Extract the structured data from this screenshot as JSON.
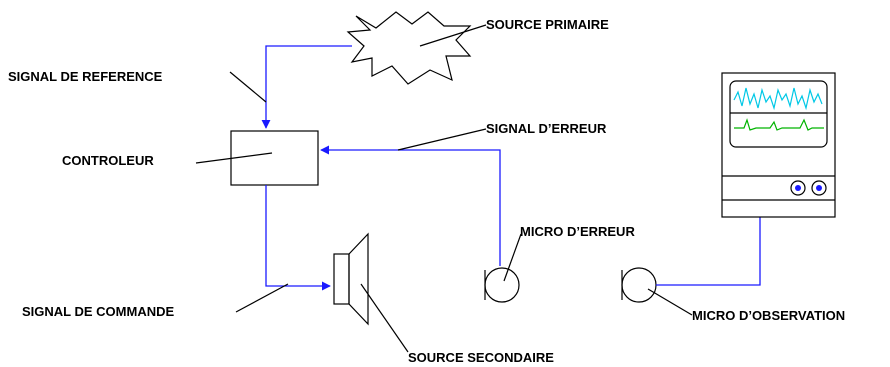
{
  "labels": {
    "primary_source": "SOURCE PRIMAIRE",
    "reference_signal": "SIGNAL DE REFERENCE",
    "error_signal": "SIGNAL D’ERREUR",
    "controller": "CONTROLEUR",
    "error_mic": "MICRO D’ERREUR",
    "command_signal": "SIGNAL DE COMMANDE",
    "observation_mic": "MICRO D’OBSERVATION",
    "secondary_source": "SOURCE SECONDAIRE"
  },
  "colors": {
    "wire": "#1a1aff",
    "outline": "#000000",
    "trace_top": "#00c8e6",
    "trace_bottom": "#00b400",
    "knob": "#1a1aff"
  }
}
